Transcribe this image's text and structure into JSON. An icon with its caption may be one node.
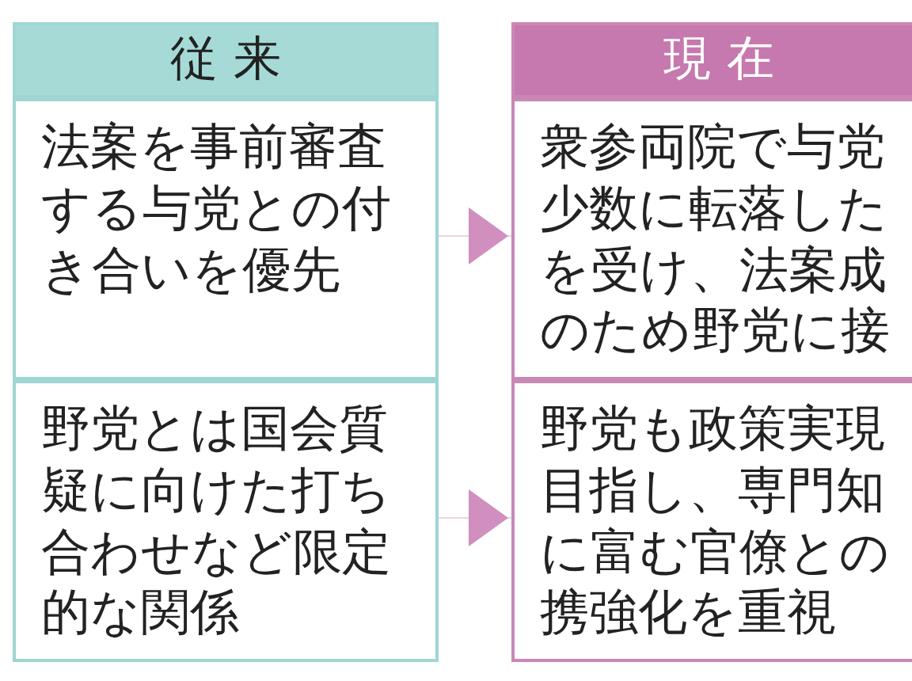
{
  "diagram": {
    "nodes": [
      {
        "text": [
          "従 来"
        ]
      },
      {
        "text": [
          "法案を事前審査する与党との付き合いを優先"
        ]
      },
      {
        "text": [
          "野党とは国会質疑に向けた打ち合わせなど限定的な関係"
        ]
      },
      {
        "text": [
          "現 在"
        ]
      },
      {
        "text": [
          "衆参両院で与党少数に転落したを受け、法案成のため野党に接"
        ]
      },
      {
        "text": [
          "野党も政策実現目指し、専門知に富む官僚との携強化を重視"
        ]
      }
    ],
    "edges": [
      {
        "from": 1,
        "to": 4,
        "arrow": "to"
      },
      {
        "from": 2,
        "to": 5,
        "arrow": "to"
      }
    ]
  }
}
